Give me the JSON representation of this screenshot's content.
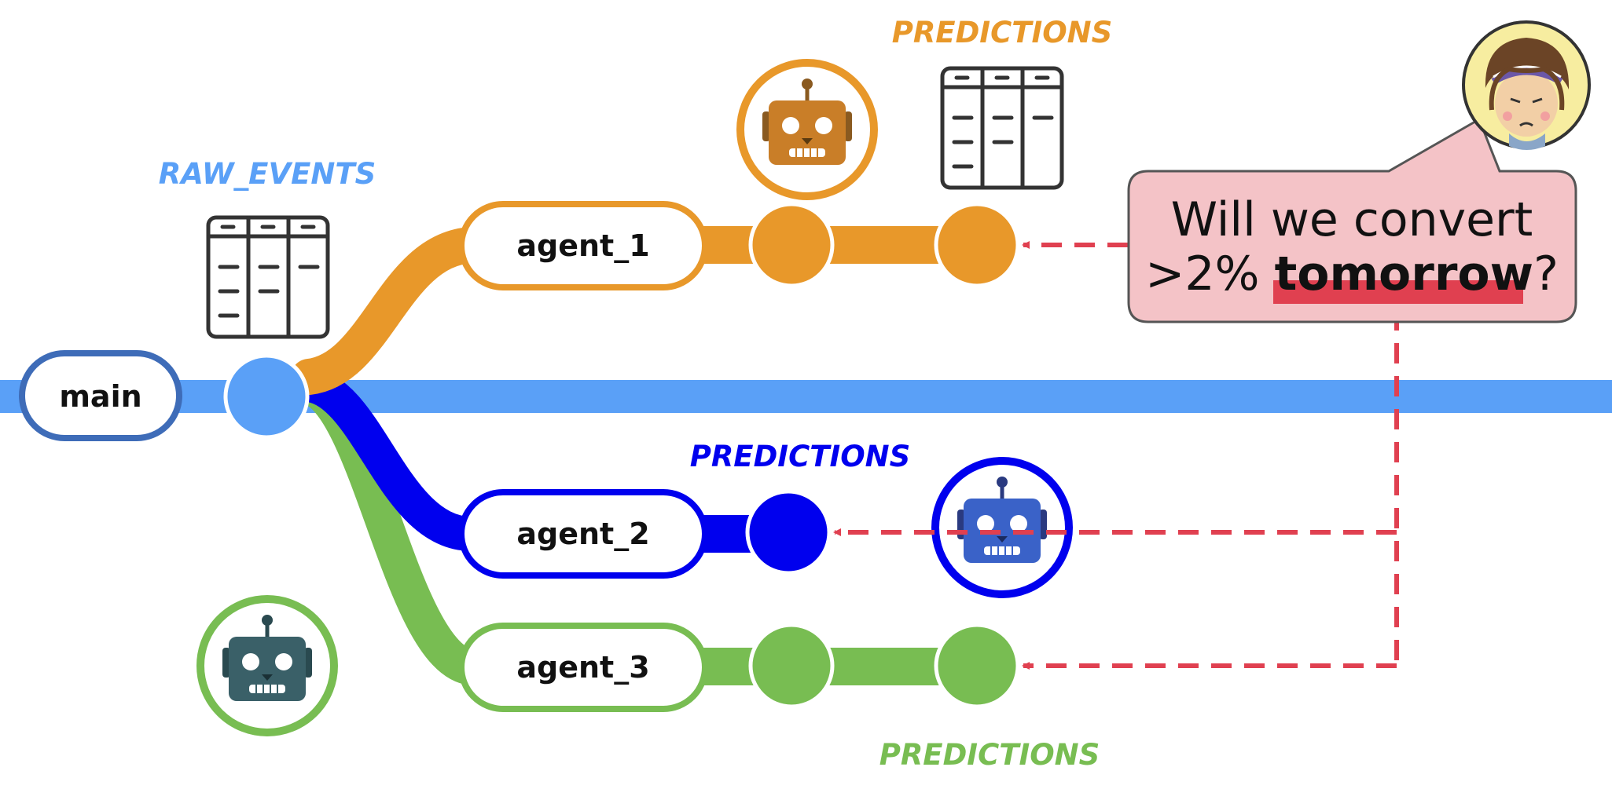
{
  "branches": {
    "main": "main",
    "agent_1": "agent_1",
    "agent_2": "agent_2",
    "agent_3": "agent_3"
  },
  "captions": {
    "raw_events": "RAW_EVENTS",
    "predictions_1": "PREDICTIONS",
    "predictions_2": "PREDICTIONS",
    "predictions_3": "PREDICTIONS"
  },
  "question": {
    "line1": "Will we convert",
    "line2_prefix": ">2% ",
    "line2_emphasis": "tomorrow",
    "line2_suffix": "?"
  },
  "icons": [
    "robot-icon",
    "table-icon",
    "user-avatar",
    "arrow-icon"
  ],
  "colors": {
    "main": "#5aa0f7",
    "main_pill_border": "#3e6cb8",
    "agent_1": "#e8982a",
    "agent_2": "#0000ee",
    "agent_3": "#78bd52",
    "question_arrow": "#e04050",
    "bubble_fill": "#f4c3c7",
    "highlight": "#e04050"
  }
}
